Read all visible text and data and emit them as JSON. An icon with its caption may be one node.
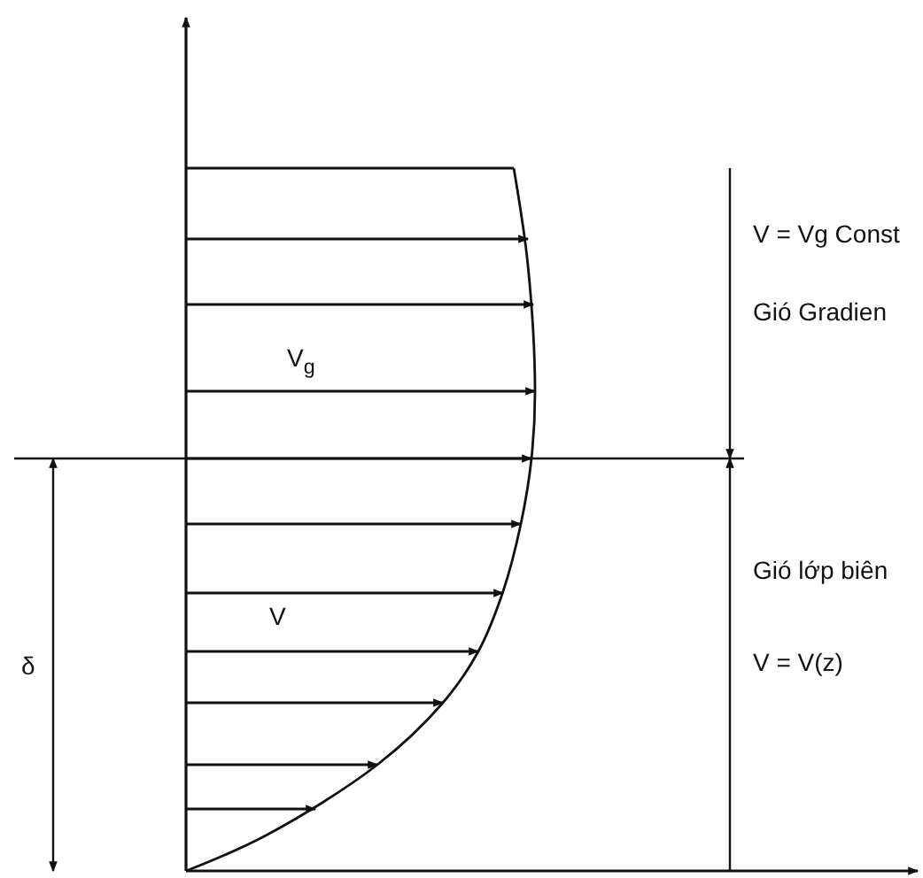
{
  "diagram": {
    "labels": [
      "V = Vg Const",
      "Gió Gradien",
      "V$_{g}$",
      "Gió lớp biên",
      "V = V(z)",
      "V",
      "δ"
    ]
  }
}
